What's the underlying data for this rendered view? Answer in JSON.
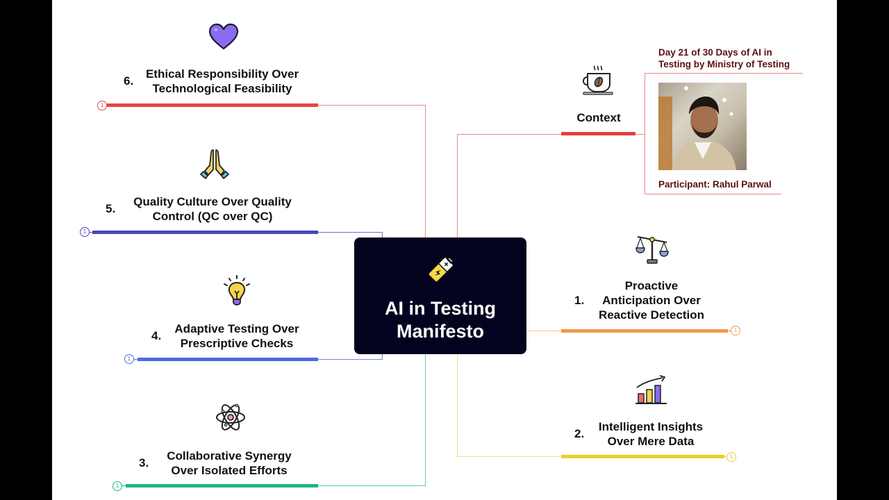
{
  "center": {
    "title_line1": "AI in Testing",
    "title_line2": "Manifesto",
    "icon": "battery-charging-icon"
  },
  "context": {
    "label": "Context",
    "icon": "coffee-cup-icon",
    "heading_line1": "Day 21 of 30 Days of AI in",
    "heading_line2": "Testing by Ministry of Testing",
    "photo": "participant-photo",
    "participant": "Participant: Rahul Parwal",
    "color": "#e53e3e"
  },
  "branches": [
    {
      "number": "1.",
      "lines": [
        "Proactive",
        "Anticipation Over",
        "Reactive Detection"
      ],
      "icon": "scales-icon",
      "badge": "1",
      "color": "#f0994a",
      "side": "right"
    },
    {
      "number": "2.",
      "lines": [
        "Intelligent Insights",
        "Over Mere Data"
      ],
      "icon": "bar-chart-growth-icon",
      "badge": "1",
      "color": "#ebcf2c",
      "side": "right"
    },
    {
      "number": "3.",
      "lines": [
        "Collaborative Synergy",
        "Over Isolated Efforts"
      ],
      "icon": "atom-icon",
      "badge": "1",
      "color": "#1db67b",
      "side": "left"
    },
    {
      "number": "4.",
      "lines": [
        "Adaptive Testing Over",
        "Prescriptive Checks"
      ],
      "icon": "lightbulb-icon",
      "badge": "1",
      "color": "#4a6de0",
      "side": "left"
    },
    {
      "number": "5.",
      "lines": [
        "Quality Culture Over Quality",
        "Control (QC over QC)"
      ],
      "icon": "praying-hands-icon",
      "badge": "1",
      "color": "#4b46b8",
      "side": "left"
    },
    {
      "number": "6.",
      "lines": [
        "Ethical Responsibility Over",
        "Technological Feasibility"
      ],
      "icon": "heart-icon",
      "badge": "1",
      "color": "#e8473f",
      "side": "left"
    }
  ]
}
